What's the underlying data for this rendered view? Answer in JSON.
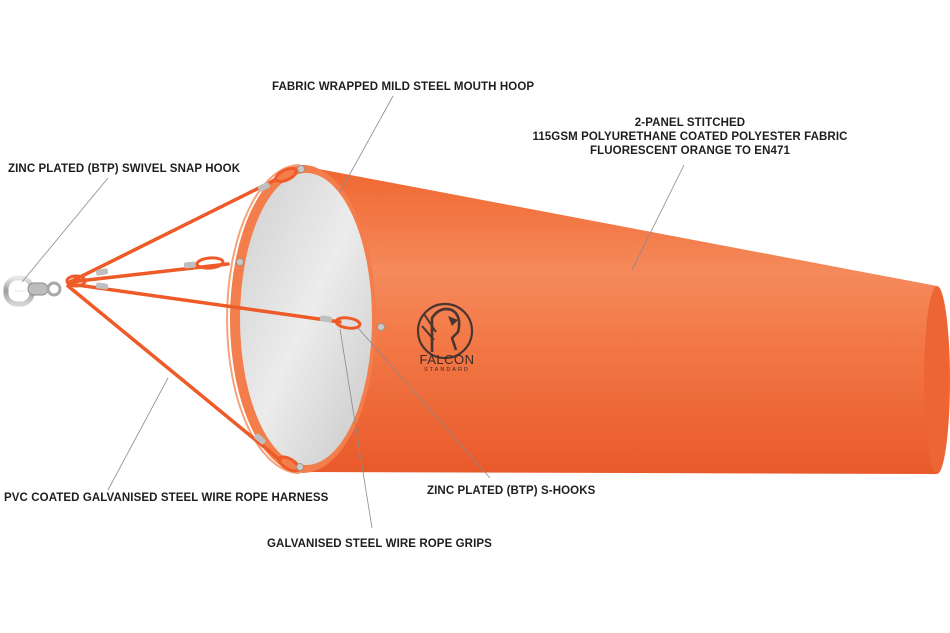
{
  "labels": {
    "mouth_hoop": "FABRIC WRAPPED MILD STEEL MOUTH HOOP",
    "fabric_line1": "2-PANEL STITCHED",
    "fabric_line2": "115GSM POLYURETHANE COATED POLYESTER FABRIC",
    "fabric_line3": "FLUORESCENT ORANGE TO EN471",
    "snap_hook": "ZINC PLATED (BTP) SWIVEL SNAP HOOK",
    "harness": "PVC COATED GALVANISED STEEL WIRE ROPE HARNESS",
    "s_hooks": "ZINC PLATED (BTP) S-HOOKS",
    "rope_grips": "GALVANISED STEEL WIRE ROPE GRIPS"
  },
  "logo": {
    "name": "FALCON",
    "sub": "STANDARD"
  },
  "colors": {
    "sock_orange": "#f06a36",
    "sock_dark": "#e2552a",
    "rim_orange": "#f27a48",
    "interior": "#d9d9d9",
    "wire": "#ef5a2a",
    "steel": "#b8b8b8",
    "leader": "#8a8a8a"
  }
}
